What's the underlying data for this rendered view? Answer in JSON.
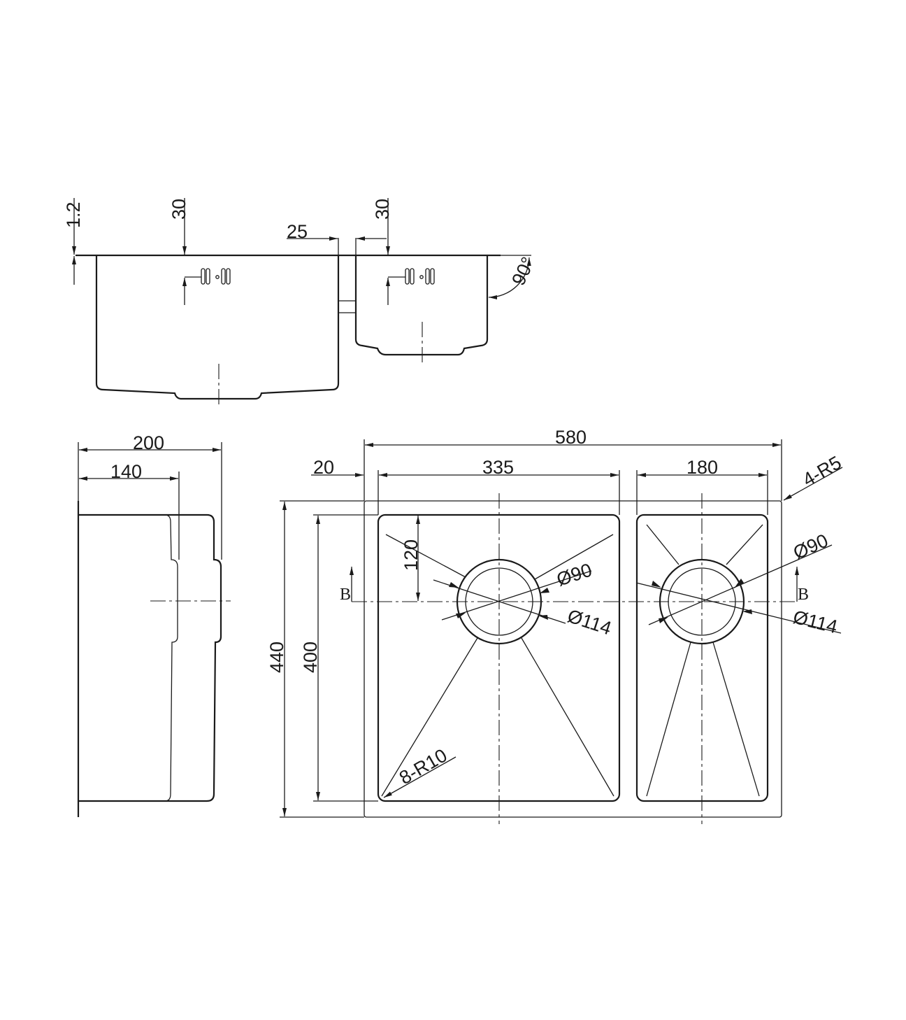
{
  "drawing": {
    "section_view": {
      "thickness": "1.2",
      "overflow_left": "30",
      "overflow_right": "30",
      "divider": "25",
      "angle": "90°"
    },
    "side_view": {
      "depth_total": "200",
      "depth_small": "140"
    },
    "top_view": {
      "overall_width": "580",
      "left_offset": "20",
      "left_bowl_width": "335",
      "right_bowl_width": "180",
      "corner_radius_outer": "4-R5",
      "overall_depth": "440",
      "bowl_depth": "400",
      "drain_offset": "120",
      "left_drain_inner": "Ø90",
      "left_drain_outer": "Ø114",
      "right_drain_inner": "Ø90",
      "right_drain_outer": "Ø114",
      "corner_radius_inner": "8-R10",
      "section_mark_left": "B",
      "section_mark_right": "B"
    }
  }
}
